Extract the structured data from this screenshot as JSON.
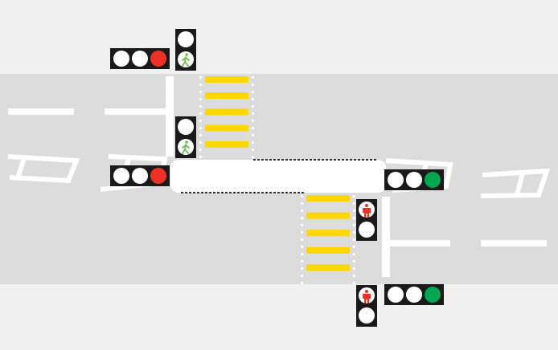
{
  "colors": {
    "pavement": "#f0f0f0",
    "road": "#dcdcdc",
    "marking": "#ffffff",
    "zebra": "#ffd700",
    "housing": "#1a1a1a",
    "lamp_off": "#ffffff",
    "red": "#ee3124",
    "green": "#00a651",
    "walk": "#6cc04a",
    "stop": "#ee3124",
    "dots": "#ffffff",
    "dash": "#333333"
  },
  "diagram": {
    "crossings": [
      {
        "name": "upper-zebra-crossing",
        "stripes": 5
      },
      {
        "name": "lower-zebra-crossing",
        "stripes": 5
      }
    ],
    "vehicle_signals": [
      {
        "name": "vehicle-signal-top-left",
        "lamps": [
          "off",
          "off",
          "red"
        ]
      },
      {
        "name": "vehicle-signal-island-left",
        "lamps": [
          "off",
          "off",
          "red"
        ]
      },
      {
        "name": "vehicle-signal-island-right",
        "lamps": [
          "off",
          "off",
          "green"
        ]
      },
      {
        "name": "vehicle-signal-bottom-right",
        "lamps": [
          "off",
          "off",
          "green"
        ]
      }
    ],
    "pedestrian_signals": [
      {
        "name": "pedestrian-signal-top",
        "active": "walk"
      },
      {
        "name": "pedestrian-signal-island-upper",
        "active": "walk"
      },
      {
        "name": "pedestrian-signal-island-lower",
        "active": "stop"
      },
      {
        "name": "pedestrian-signal-bottom",
        "active": "stop"
      }
    ]
  }
}
